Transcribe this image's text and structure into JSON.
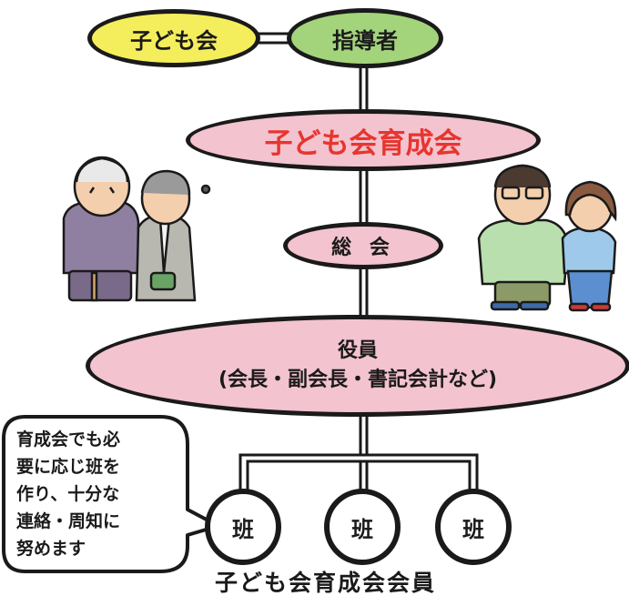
{
  "diagram": {
    "top_left_node": "子ども会",
    "top_right_node": "指導者",
    "main_node": "子ども会育成会",
    "general_meeting": "総 会",
    "officers_title": "役員",
    "officers_detail": "(会長・副会長・書記会計など)",
    "groups": [
      "班",
      "班",
      "班"
    ],
    "callout_lines": [
      "育成会でも必",
      "要に応じ班を",
      "作り、十分な",
      "連絡・周知に",
      "努めます"
    ],
    "footer": "子ども会育成会会員"
  },
  "colors": {
    "outline": "#1a1a1a",
    "kodomokai_fill": "#f5ee5c",
    "shidousha_fill": "#a3d47b",
    "oval_fill": "#f3c3cf",
    "main_text": "#e7352f"
  }
}
